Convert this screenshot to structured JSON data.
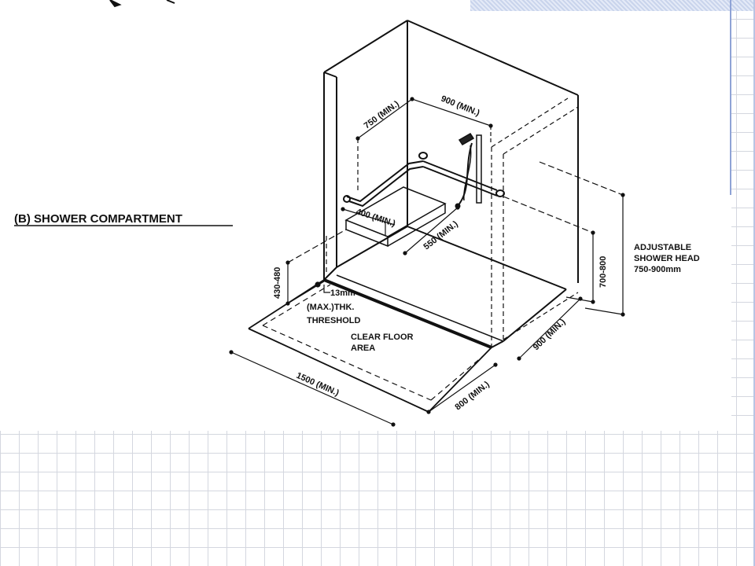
{
  "diagram": {
    "title": "(B) SHOWER COMPARTMENT",
    "dimensions": {
      "wall_750": "750 (MIN.)",
      "wall_900": "900 (MIN.)",
      "seat_400": "400 (MIN.)",
      "seat_550": "550 (MIN.)",
      "seat_height": "430-480",
      "grab_height": "700-800",
      "depth_900": "900 (MIN.)",
      "width_1500": "1500 (MIN.)",
      "floor_800": "800 (MIN.)"
    },
    "threshold_note": [
      "13mm",
      "(MAX.)THK.",
      "THRESHOLD"
    ],
    "floor_note": [
      "CLEAR FLOOR",
      "AREA"
    ],
    "shower_head_note": [
      "ADJUSTABLE",
      "SHOWER HEAD",
      "750-900mm"
    ]
  }
}
